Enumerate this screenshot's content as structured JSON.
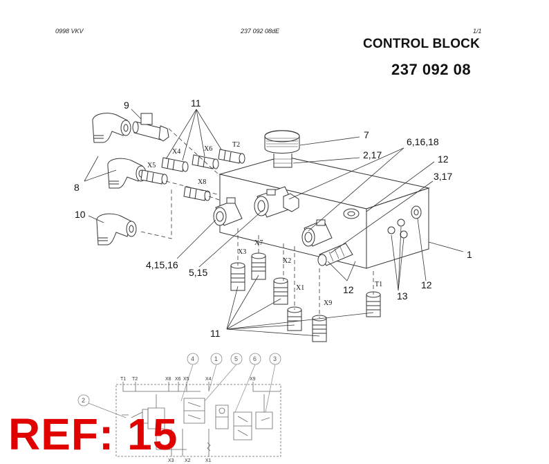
{
  "header": {
    "date_code": "0998  VKV",
    "file_code": "237 092 08dE",
    "page": "1/1",
    "title": "CONTROL BLOCK",
    "part_number": "237 092 08"
  },
  "callouts": {
    "c1": "1",
    "c7": "7",
    "c8": "8",
    "c9": "9",
    "c10": "10",
    "c11_top": "11",
    "c11_bottom": "11",
    "c12_a": "12",
    "c12_b": "12",
    "c12_c": "12",
    "c13": "13",
    "c2_17": "2,17",
    "c3_17": "3,17",
    "c6_16_18": "6,16,18",
    "c4_15_16": "4,15,16",
    "c5_15": "5,15"
  },
  "ports": {
    "x1": "X1",
    "x2": "X2",
    "x3": "X3",
    "x4": "X4",
    "x5": "X5",
    "x6": "X6",
    "x7": "X7",
    "x8": "X8",
    "x9": "X9",
    "t1": "T1",
    "t2": "T2"
  },
  "schematic": {
    "top_labels": [
      "T1",
      "T2",
      "X8",
      "X6",
      "X5",
      "X4",
      "X9"
    ],
    "bottom_labels": [
      "X3",
      "X2",
      "X1"
    ],
    "circle_numbers": [
      "2",
      "4",
      "1",
      "5",
      "6",
      "3"
    ]
  },
  "reference": "REF: 15"
}
